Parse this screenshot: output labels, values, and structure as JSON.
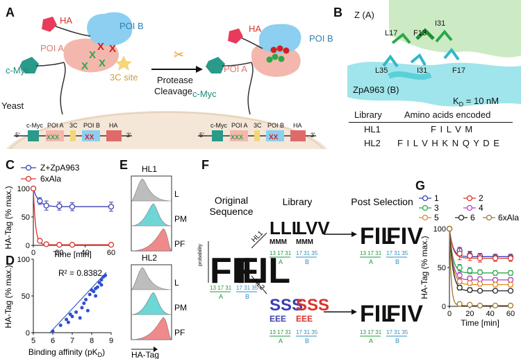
{
  "panels": {
    "A": "A",
    "B": "B",
    "C": "C",
    "D": "D",
    "E": "E",
    "F": "F",
    "G": "G"
  },
  "panelA": {
    "ha": "HA",
    "poiB": "POI B",
    "poiA": "POI A",
    "cmyc": "c-Myc",
    "site": "3C site",
    "yeast": "Yeast",
    "arrow_label_1": "Protease",
    "arrow_label_2": "Cleavage",
    "construct": [
      "c-Myc",
      "POI A",
      "3C",
      "POI B",
      "HA"
    ],
    "five": "5'",
    "three": "3'",
    "ha2": "HA",
    "poiB2": "POI B",
    "poiA2": "POI A",
    "cmyc2": "c-Myc",
    "construct2": [
      "c-Myc",
      "POI A",
      "3C",
      "POI B",
      "HA"
    ]
  },
  "panelB": {
    "z": "Z (A)",
    "zpa": "ZpA963 (B)",
    "kd": "K",
    "kd_sub": "D",
    "kd_val": " = 10 nM",
    "residues": [
      "L17",
      "F13",
      "I31",
      "L35",
      "I31",
      "F17"
    ],
    "table_header": [
      "Library",
      "Amino acids encoded"
    ],
    "table_rows": [
      [
        "HL1",
        "F I L V M"
      ],
      [
        "HL2",
        "F I L V H K N Q Y D E"
      ]
    ]
  },
  "panelC": {
    "legend": [
      "Z+ZpA963",
      "6xAla"
    ],
    "ylabel": "HA-Tag (% max.)",
    "xlabel": "Time [min]"
  },
  "panelD": {
    "r2": "R² = 0.8382",
    "ylabel": "HA-Tag (% max.)",
    "xlabel": "Binding affinity (pK",
    "xlabel_sub": "D",
    "xlabel_end": ")"
  },
  "panelE": {
    "hl1": "HL1",
    "hl2": "HL2",
    "gates": [
      "L",
      "PM",
      "PF"
    ],
    "xlabel": "HA-Tag"
  },
  "panelF": {
    "original": [
      "Original",
      "Sequence"
    ],
    "library": "Library",
    "post": "Post Selection",
    "prob": "probability",
    "hl1": "HL1",
    "hl2": "HL2",
    "posA": "13 17 31",
    "posB": "17 31 35",
    "A": "A",
    "B": "B"
  },
  "panelG": {
    "legend": [
      "1",
      "2",
      "3",
      "4",
      "5",
      "6",
      "6xAla"
    ],
    "ylabel": "HA-Tag (% max.)",
    "xlabel": "Time [min]"
  },
  "colors": {
    "blue": "#3a3fb0",
    "red": "#d8332a",
    "green": "#2aa84a",
    "teal": "#3cc6c6",
    "pink": "#f08a8a",
    "gray": "#bdbdbd"
  },
  "chart_data": [
    {
      "type": "line",
      "panel": "C",
      "xlabel": "Time [min]",
      "ylabel": "HA-Tag (% max.)",
      "xlim": [
        0,
        60
      ],
      "ylim": [
        0,
        100
      ],
      "x_ticks": [
        0,
        20,
        40,
        60
      ],
      "y_ticks": [
        0,
        50,
        100
      ],
      "series": [
        {
          "name": "Z+ZpA963",
          "color": "#3a3fb0",
          "x": [
            0,
            5,
            10,
            20,
            30,
            60
          ],
          "y": [
            100,
            78,
            70,
            69,
            68,
            68
          ],
          "err": [
            0,
            6,
            8,
            7,
            7,
            8
          ],
          "fit_plateau": 69
        },
        {
          "name": "6xAla",
          "color": "#d8332a",
          "x": [
            0,
            5,
            10,
            20,
            30,
            60
          ],
          "y": [
            100,
            8,
            2,
            1,
            1,
            1
          ],
          "err": [
            0,
            2,
            1,
            1,
            1,
            1
          ],
          "fit_plateau": 1
        }
      ]
    },
    {
      "type": "scatter",
      "panel": "D",
      "xlabel": "Binding affinity (pKD)",
      "ylabel": "HA-Tag (% max.)",
      "xlim": [
        5,
        9
      ],
      "ylim": [
        0,
        100
      ],
      "x_ticks": [
        5,
        6,
        7,
        8,
        9
      ],
      "y_ticks": [
        0,
        50,
        100
      ],
      "annotation": "R² = 0.8382",
      "fit": {
        "x": [
          5.85,
          8.75
        ],
        "y": [
          0,
          82
        ]
      },
      "x": [
        6.0,
        6.4,
        6.7,
        6.8,
        6.9,
        7.0,
        7.2,
        7.4,
        7.5,
        7.6,
        7.7,
        7.8,
        7.9,
        8.0,
        8.1,
        8.2,
        8.3,
        8.4,
        8.5,
        8.6,
        8.7,
        8.2,
        8.5
      ],
      "y": [
        2,
        10,
        18,
        14,
        25,
        22,
        28,
        20,
        34,
        40,
        45,
        30,
        52,
        58,
        56,
        60,
        62,
        68,
        65,
        76,
        78,
        50,
        72
      ]
    },
    {
      "type": "line",
      "panel": "G",
      "xlabel": "Time [min]",
      "ylabel": "HA-Tag (% max.)",
      "xlim": [
        0,
        60
      ],
      "ylim": [
        0,
        100
      ],
      "x_ticks": [
        0,
        20,
        40,
        60
      ],
      "y_ticks": [
        0,
        50,
        100
      ],
      "series": [
        {
          "name": "1",
          "color": "#3a3fb0",
          "x": [
            0,
            10,
            20,
            30,
            45,
            60
          ],
          "y": [
            100,
            72,
            66,
            65,
            64,
            64
          ],
          "err": [
            0,
            4,
            4,
            3,
            3,
            3
          ]
        },
        {
          "name": "2",
          "color": "#d8332a",
          "x": [
            0,
            10,
            20,
            30,
            45,
            60
          ],
          "y": [
            100,
            68,
            65,
            62,
            62,
            62
          ],
          "err": [
            0,
            8,
            6,
            5,
            4,
            4
          ]
        },
        {
          "name": "3",
          "color": "#2aa84a",
          "x": [
            0,
            10,
            20,
            30,
            45,
            60
          ],
          "y": [
            100,
            50,
            46,
            44,
            43,
            43
          ],
          "err": [
            0,
            4,
            4,
            3,
            3,
            3
          ]
        },
        {
          "name": "4",
          "color": "#b040c0",
          "x": [
            0,
            10,
            20,
            30,
            45,
            60
          ],
          "y": [
            100,
            40,
            36,
            35,
            34,
            34
          ],
          "err": [
            0,
            4,
            3,
            3,
            3,
            3
          ]
        },
        {
          "name": "5",
          "color": "#e08a20",
          "x": [
            0,
            10,
            20,
            30,
            45,
            60
          ],
          "y": [
            100,
            32,
            30,
            29,
            28,
            28
          ],
          "err": [
            0,
            3,
            3,
            3,
            3,
            3
          ]
        },
        {
          "name": "6",
          "color": "#222222",
          "x": [
            0,
            10,
            20,
            30,
            45,
            60
          ],
          "y": [
            100,
            24,
            21,
            20,
            20,
            20
          ],
          "err": [
            0,
            3,
            3,
            2,
            2,
            2
          ]
        },
        {
          "name": "6xAla",
          "color": "#a0782a",
          "x": [
            0,
            10,
            20,
            30,
            45,
            60
          ],
          "y": [
            100,
            3,
            2,
            1,
            1,
            1
          ],
          "err": [
            0,
            1,
            1,
            1,
            1,
            1
          ]
        }
      ]
    }
  ]
}
